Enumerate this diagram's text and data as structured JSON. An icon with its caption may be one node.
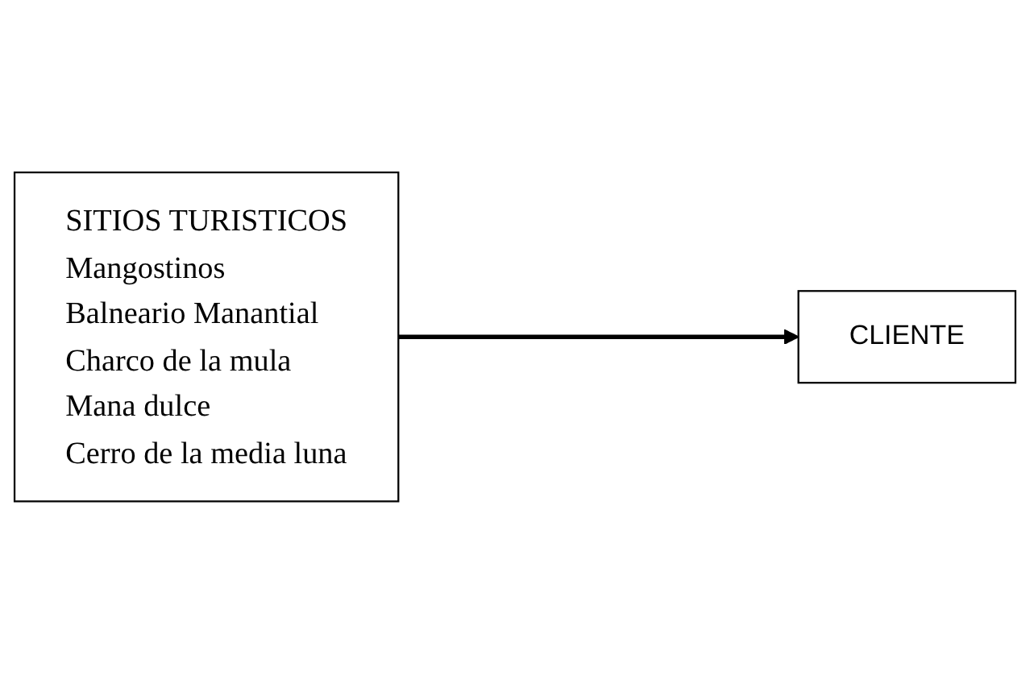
{
  "diagram": {
    "nodes": [
      {
        "text": [
          "SITIOS TURISTICOS",
          "Mangostinos",
          "Balneario Manantial",
          "Charco de la mula",
          "Mana dulce",
          "Cerro de la media luna"
        ]
      },
      {
        "text": [
          "CLIENTE"
        ]
      }
    ],
    "edges": [
      {
        "from": 0,
        "to": 1,
        "arrow": "to"
      }
    ]
  }
}
